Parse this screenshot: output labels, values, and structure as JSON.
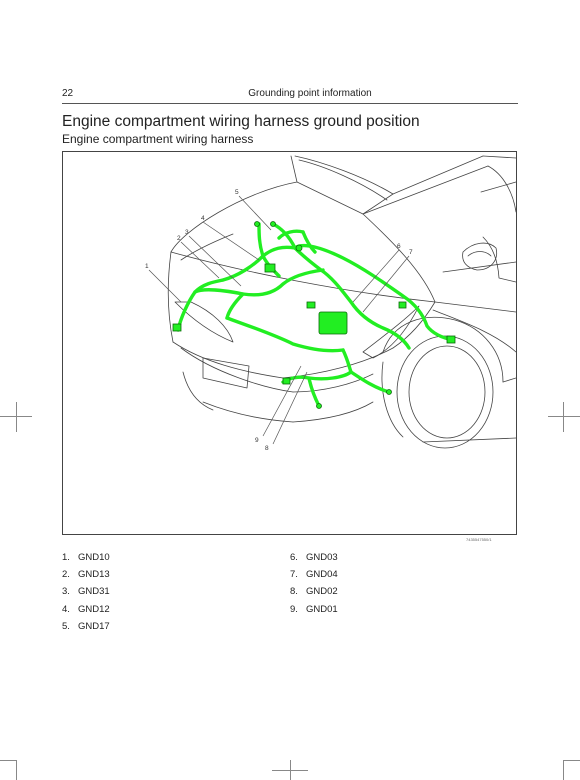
{
  "header": {
    "page_number": "22",
    "section_title": "Grounding point information"
  },
  "main": {
    "heading": "Engine compartment wiring harness ground position",
    "subheading": "Engine compartment wiring harness"
  },
  "figure": {
    "code": "7435547550/1",
    "callouts": [
      "1",
      "2",
      "3",
      "4",
      "5",
      "6",
      "7",
      "8",
      "9"
    ],
    "harness_color": "#22ee22",
    "line_color": "#555555"
  },
  "legend": [
    {
      "num": "1.",
      "label": "GND10"
    },
    {
      "num": "2.",
      "label": "GND13"
    },
    {
      "num": "3.",
      "label": "GND31"
    },
    {
      "num": "4.",
      "label": "GND12"
    },
    {
      "num": "5.",
      "label": "GND17"
    },
    {
      "num": "6.",
      "label": "GND03"
    },
    {
      "num": "7.",
      "label": "GND04"
    },
    {
      "num": "8.",
      "label": "GND02"
    },
    {
      "num": "9.",
      "label": "GND01"
    }
  ]
}
